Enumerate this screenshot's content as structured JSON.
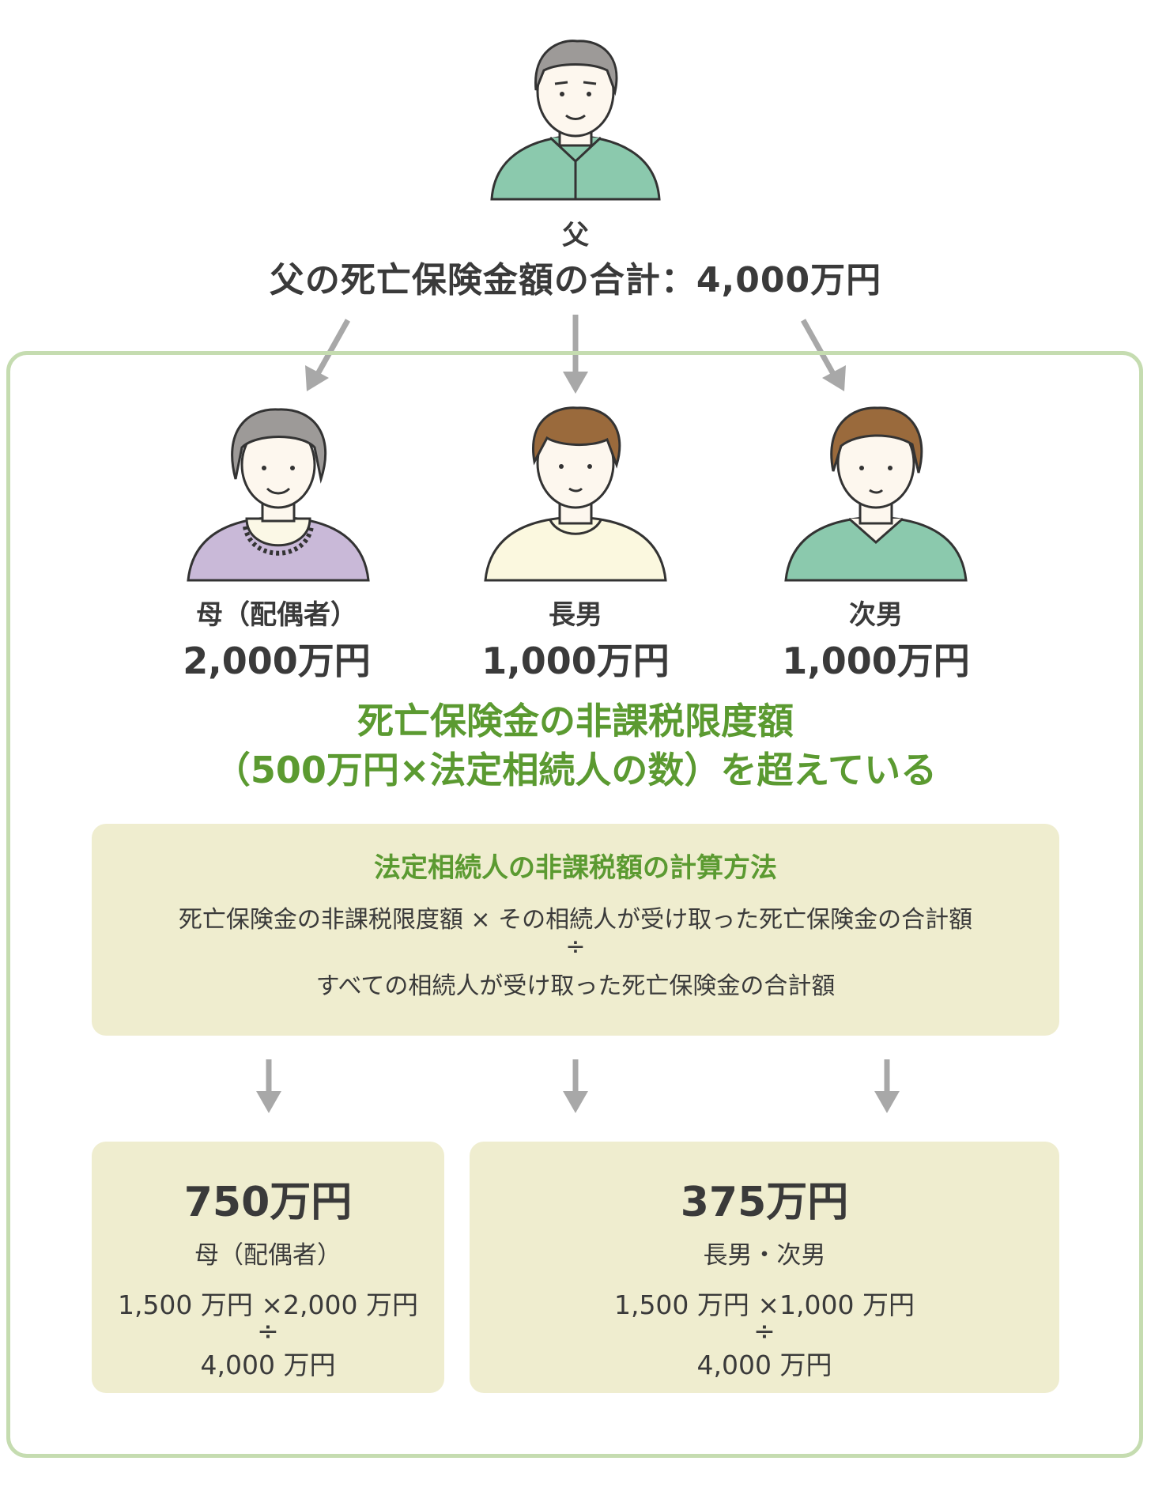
{
  "father": {
    "name": "父",
    "total": "父の死亡保険金額の合計：4,000万円"
  },
  "heirs": [
    {
      "label": "母（配偶者）",
      "amount": "2,000万円"
    },
    {
      "label": "長男",
      "amount": "1,000万円"
    },
    {
      "label": "次男",
      "amount": "1,000万円"
    }
  ],
  "heading": {
    "line1": "死亡保険金の非課税限度額",
    "line2": "（500万円×法定相続人の数）を超えている"
  },
  "calc": {
    "title": "法定相続人の非課税額の計算方法",
    "line1": "死亡保険金の非課税限度額 × その相続人が受け取った死亡保険金の合計額",
    "divide": "÷",
    "line2": "すべての相続人が受け取った死亡保険金の合計額"
  },
  "results": [
    {
      "amount": "750万円",
      "label": "母（配偶者）",
      "formula1": "1,500 万円 ×2,000 万円",
      "divide": "÷",
      "formula2": "4,000 万円"
    },
    {
      "amount": "375万円",
      "label": "長男・次男",
      "formula1": "1,500 万円 ×1,000 万円",
      "divide": "÷",
      "formula2": "4,000 万円"
    }
  ],
  "colors": {
    "frame": "#c5dcb0",
    "box": "#efedcf",
    "green_text": "#5b9a31",
    "arrow": "#a8a8a8",
    "shirt_green": "#8bc9ad",
    "shirt_purple": "#c9b9d8",
    "shirt_cream": "#fbf8df"
  }
}
